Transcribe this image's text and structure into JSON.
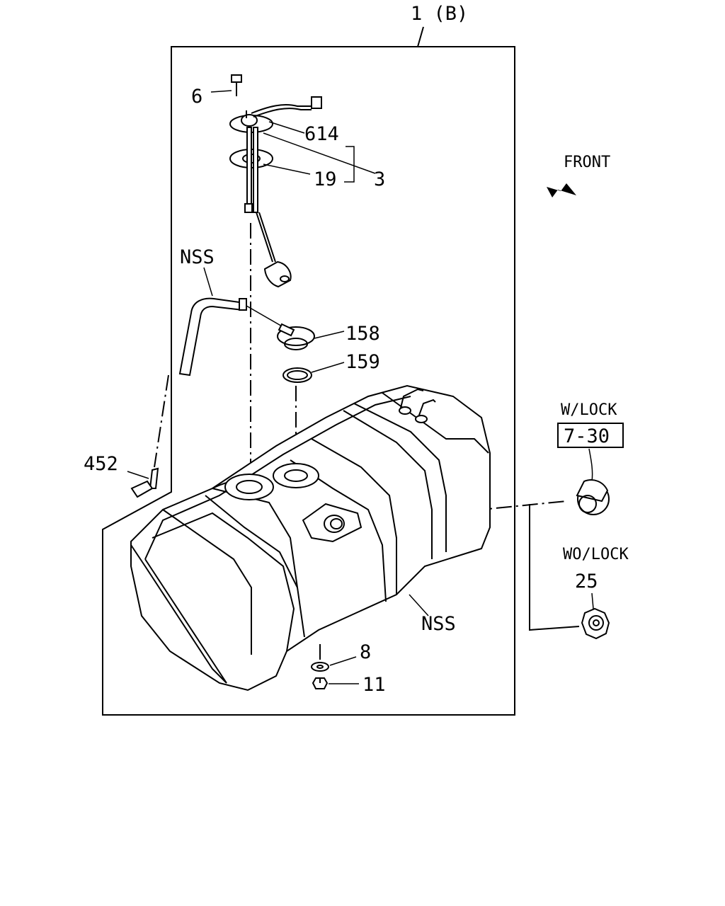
{
  "labels": {
    "assembly": "1 (B)",
    "front": "FRONT",
    "w_lock": "W/LOCK",
    "w_lock_ref": "7-30",
    "wo_lock": "WO/LOCK",
    "p6": "6",
    "p614": "614",
    "p3": "3",
    "p19": "19",
    "nss_top": "NSS",
    "p158": "158",
    "p159": "159",
    "p452": "452",
    "p25": "25",
    "nss_bottom": "NSS",
    "p8": "8",
    "p11": "11"
  }
}
